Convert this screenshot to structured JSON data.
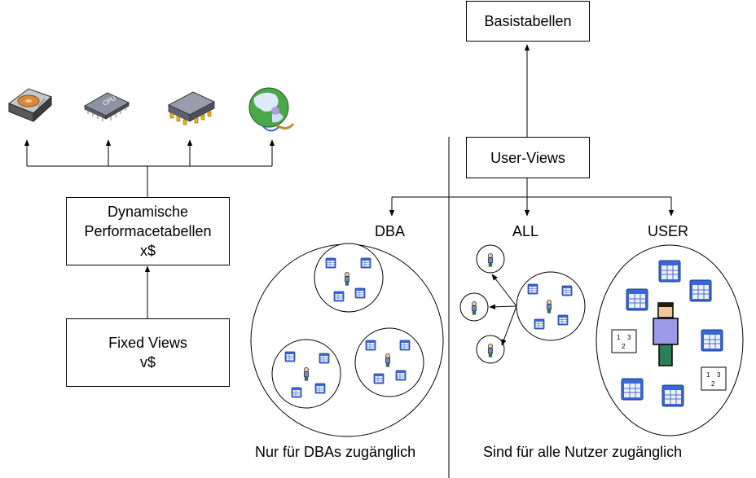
{
  "boxes": {
    "basis": "Basistabellen",
    "user_views": "User-Views",
    "dyn_line1": "Dynamische",
    "dyn_line2": "Performacetabellen",
    "dyn_line3": "x$",
    "fixed_line1": "Fixed Views",
    "fixed_line2": "v$"
  },
  "labels": {
    "dba": "DBA",
    "all": "ALL",
    "user": "USER",
    "dba_note": "Nur für DBAs zugänglich",
    "all_note": "Sind für alle Nutzer zugänglich"
  },
  "mini_labels": {
    "cpu": "CPU",
    "list_a_1": "1",
    "list_a_2": "3",
    "list_a_3": "2",
    "list_b_1": "1",
    "list_b_2": "3",
    "list_b_3": "2"
  },
  "icons": [
    "hard-disk-icon",
    "cpu-chip-icon",
    "memory-module-icon",
    "network-globe-icon",
    "user-person-icon",
    "table-window-icon"
  ]
}
